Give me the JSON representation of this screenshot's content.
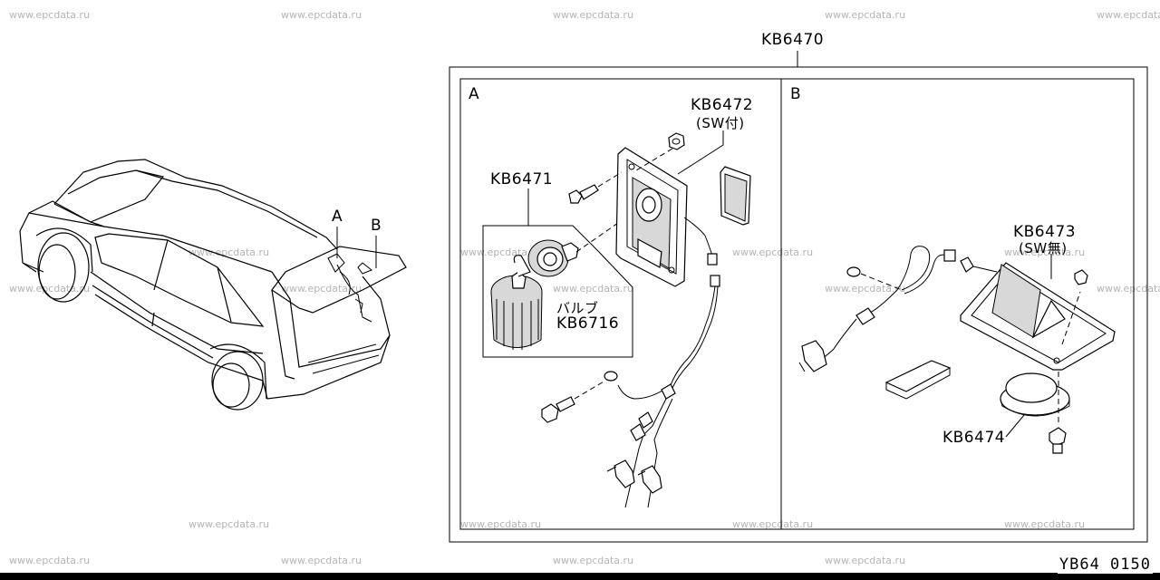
{
  "watermark": "www.epcdata.ru",
  "labels": {
    "main_part": "KB6470",
    "view_a": "A",
    "view_b": "B",
    "car_a": "A",
    "car_b": "B",
    "lamp_switch": "KB6472",
    "lamp_switch_note": "(SW付)",
    "socket": "KB6471",
    "bulb_jp": "バルブ",
    "bulb": "KB6716",
    "lamp_noswitch": "KB6473",
    "lamp_noswitch_note": "(SW無)",
    "lens": "KB6474"
  },
  "ref_code": "YB64 0150"
}
